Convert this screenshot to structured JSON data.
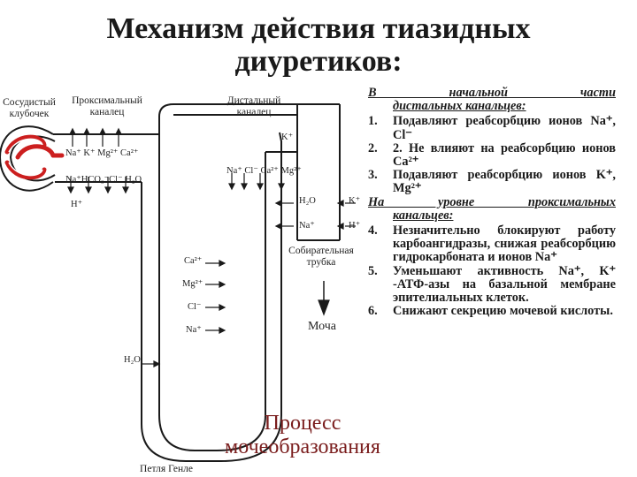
{
  "title": {
    "line1": "Механизм действия тиазидных",
    "line2": "диуретиков:"
  },
  "diagram": {
    "labels": {
      "glomerulus": "Сосудистый клубочек",
      "proximal": "Проксимальный каналец",
      "distal": "Дистальный каналец",
      "collecting": "Собирательная трубка",
      "loop": "Петля Генле",
      "urine": "Моча"
    },
    "ions": {
      "prox_top": "Na⁺ K⁺ Mg²⁺ Ca²⁺",
      "prox_mid": "Na⁺HCO₃⁻Cl⁻ H₂O",
      "prox_h": "H⁺",
      "distal_k": "K⁺",
      "distal_top": "Na⁺ Cl⁻ Ca²⁺ Mg²⁺",
      "coll_h2o": "H₂O",
      "coll_na": "Na⁺",
      "coll_k": "K⁺",
      "coll_h": "H⁺",
      "asc_ca": "Ca²⁺",
      "asc_mg": "Mg²⁺",
      "asc_cl": "Cl⁻",
      "asc_na": "Na⁺",
      "desc_h2o": "H₂O"
    }
  },
  "right_panel": {
    "header1_line1": "В    начальной    части",
    "header1_line2": "дистальных канальцев:",
    "items1": [
      {
        "num": "1.",
        "text": "Подавляют реабсорбцию ионов Na⁺, Cl⁻"
      },
      {
        "num": "2.",
        "text": "2. Не влияют на реабсорбцию ионов Ca²⁺"
      },
      {
        "num": "3.",
        "text": "Подавляют реабсорбцию ионов K⁺, Mg²⁺"
      }
    ],
    "header2_line1": "На уровне проксимальных",
    "header2_line2": "канальцев:",
    "items2": [
      {
        "num": "4.",
        "text": "Незначительно блокируют работу карбоангидразы, снижая реабсорбцию гидрокарбоната и ионов Na⁺"
      },
      {
        "num": "5.",
        "text": "Уменьшают активность Na⁺, K⁺ -АТФ-азы на базальной мембране эпителиальных клеток."
      },
      {
        "num": "6.",
        "text": "Снижают секрецию мочевой кислоты."
      }
    ]
  },
  "process_label": {
    "line1": "Процесс",
    "line2": "мочеобразования"
  },
  "colors": {
    "text": "#1a1a1a",
    "glomerulus_red": "#cc1f1f",
    "process_text": "#7a1d1d",
    "line": "#1a1a1a"
  }
}
